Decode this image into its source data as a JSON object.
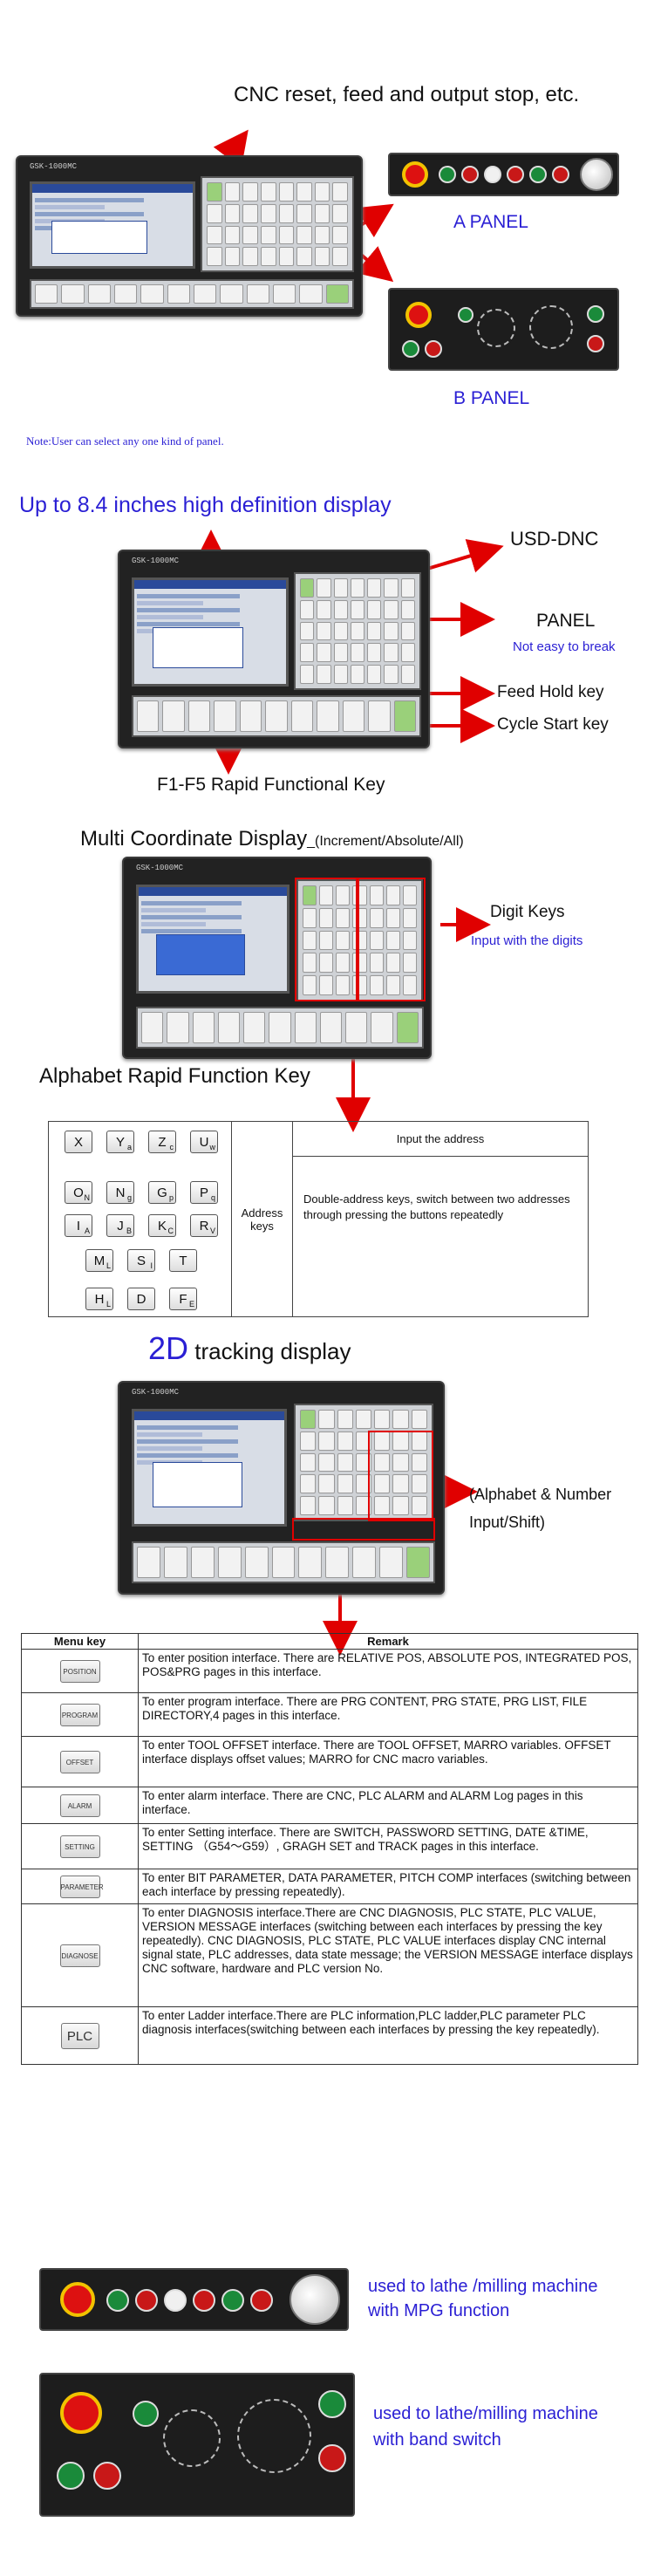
{
  "section1": {
    "title": "CNC reset, feed and output  stop, etc.",
    "panel_a": "A PANEL",
    "panel_b": "B PANEL",
    "note": "Note:User can select any one kind of panel."
  },
  "section2": {
    "title": "Up to 8.4 inches high definition display",
    "usd": "USD-DNC",
    "panel": "PANEL",
    "panel_sub": "Not easy to break",
    "feed_hold": "Feed Hold key",
    "cycle_start": "Cycle Start key",
    "f_keys": "F1-F5 Rapid Functional Key"
  },
  "section3": {
    "title": "Multi Coordinate Display",
    "title_sub": "_(Increment/Absolute/All)",
    "digit": "Digit Keys",
    "digit_sub": "Input with the digits",
    "alpha": "Alphabet Rapid Function Key"
  },
  "alpha_table": {
    "keys": [
      {
        "m": "X",
        "s": ""
      },
      {
        "m": "Y",
        "s": "a"
      },
      {
        "m": "Z",
        "s": "c"
      },
      {
        "m": "U",
        "s": "w"
      },
      {
        "m": "O",
        "s": "N"
      },
      {
        "m": "N",
        "s": "g"
      },
      {
        "m": "G",
        "s": "p"
      },
      {
        "m": "P",
        "s": "q"
      },
      {
        "m": "I",
        "s": "A"
      },
      {
        "m": "J",
        "s": "B"
      },
      {
        "m": "K",
        "s": "C"
      },
      {
        "m": "R",
        "s": "V"
      },
      {
        "m": "M",
        "s": "L"
      },
      {
        "m": "S",
        "s": "I"
      },
      {
        "m": "T",
        "s": ""
      },
      {
        "m": "H",
        "s": "L"
      },
      {
        "m": "D",
        "s": ""
      },
      {
        "m": "F",
        "s": "E"
      }
    ],
    "col2": "Address keys",
    "input": "Input the address",
    "desc": "Double-address   keys,  switch   between two addresses through pressing the buttons repeatedly"
  },
  "section4": {
    "title_2d": "2D",
    "title_rest": " tracking display",
    "alpha_num": "(Alphabet & Number",
    "alpha_num2": "Input/Shift)"
  },
  "menu_table": {
    "head_key": "Menu key",
    "head_remark": "Remark",
    "rows": [
      {
        "key": "POSITION",
        "text": "To enter position interface. There are RELATIVE POS, ABSOLUTE POS, INTEGRATED POS, POS&PRG pages in this interface."
      },
      {
        "key": "PROGRAM",
        "text": "To enter program interface. There are PRG CONTENT, PRG STATE, PRG LIST, FILE DIRECTORY,4 pages in this interface."
      },
      {
        "key": "OFFSET",
        "text": "To enter TOOL OFFSET interface. There are TOOL OFFSET, MARRO variables. OFFSET interface displays offset values; MARRO for CNC macro variables."
      },
      {
        "key": "ALARM",
        "text": "To enter alarm interface. There are CNC, PLC ALARM and ALARM Log pages in this interface."
      },
      {
        "key": "SETTING",
        "text": "To enter Setting interface. There are SWITCH, PASSWORD SETTING, DATE &TIME, SETTING （G54～G59）, GRAGH SET and TRACK pages in this interface."
      },
      {
        "key": "PARAMETER",
        "text": "To enter BIT PARAMETER, DATA PARAMETER, PITCH COMP interfaces (switching between each interface by pressing repeatedly)."
      },
      {
        "key": "DIAGNOSE",
        "text": "To enter DIAGNOSIS interface.There are CNC DIAGNOSIS, PLC STATE, PLC VALUE, VERSION MESSAGE interfaces (switching between each interfaces by pressing the key repeatedly). CNC DIAGNOSIS, PLC STATE, PLC VALUE interfaces display CNC internal signal state, PLC addresses, data state message; the VERSION MESSAGE interface displays CNC software, hardware and PLC version No."
      },
      {
        "key": "PLC",
        "text": "To enter Ladder interface.There are PLC information,PLC ladder,PLC parameter PLC diagnosis interfaces(switching between each interfaces by pressing the key repeatedly)."
      }
    ]
  },
  "footer": {
    "mpg1": "used to lathe /milling machine",
    "mpg2": "with MPG function",
    "band1": "used to lathe/milling machine",
    "band2": "with band switch"
  },
  "device_label": "GSK-1000MC",
  "colors": {
    "arrow": "#e00000",
    "blue": "#2a1fd4"
  }
}
